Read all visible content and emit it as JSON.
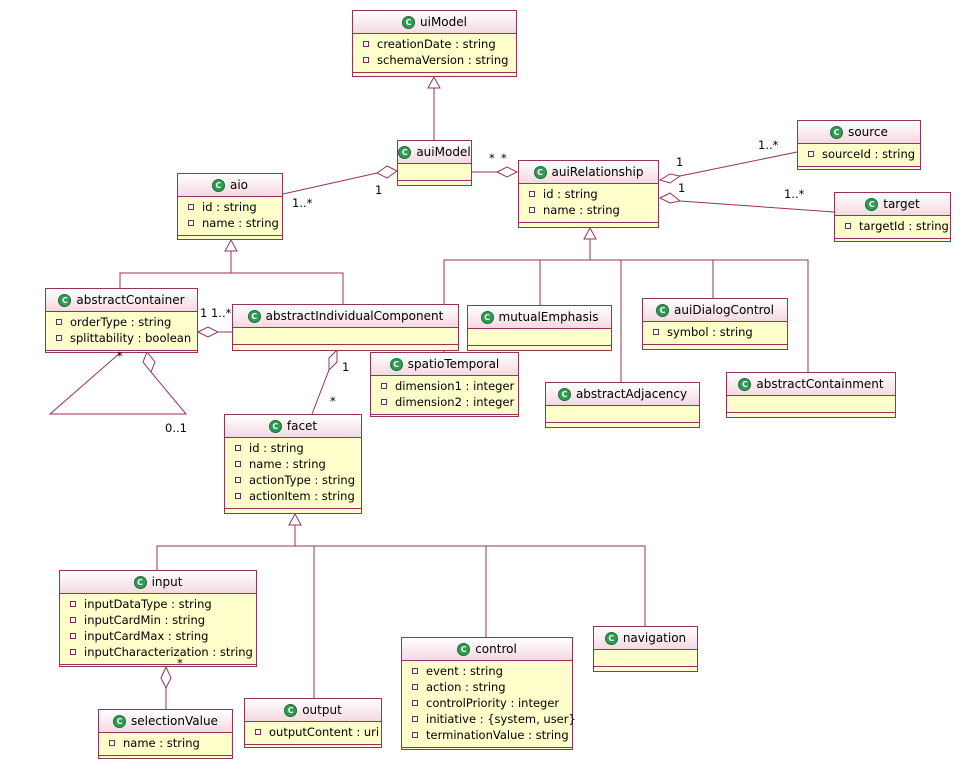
{
  "classes": {
    "uiModel": {
      "name": "uiModel",
      "attributes": [
        "creationDate : string",
        "schemaVersion : string"
      ]
    },
    "auiModel": {
      "name": "auiModel",
      "attributes": []
    },
    "aio": {
      "name": "aio",
      "attributes": [
        "id : string",
        "name : string"
      ]
    },
    "auiRelationship": {
      "name": "auiRelationship",
      "attributes": [
        "id : string",
        "name : string"
      ]
    },
    "source": {
      "name": "source",
      "attributes": [
        "sourceId : string"
      ]
    },
    "target": {
      "name": "target",
      "attributes": [
        "targetId : string"
      ]
    },
    "abstractContainer": {
      "name": "abstractContainer",
      "attributes": [
        "orderType : string",
        "splittability : boolean"
      ]
    },
    "abstractIndividualComponent": {
      "name": "abstractIndividualComponent",
      "attributes": []
    },
    "mutualEmphasis": {
      "name": "mutualEmphasis",
      "attributes": []
    },
    "auiDialogControl": {
      "name": "auiDialogControl",
      "attributes": [
        "symbol : string"
      ]
    },
    "spatioTemporal": {
      "name": "spatioTemporal",
      "attributes": [
        "dimension1 : integer",
        "dimension2 : integer"
      ]
    },
    "abstractAdjacency": {
      "name": "abstractAdjacency",
      "attributes": []
    },
    "abstractContainment": {
      "name": "abstractContainment",
      "attributes": []
    },
    "facet": {
      "name": "facet",
      "attributes": [
        "id : string",
        "name : string",
        "actionType : string",
        "actionItem : string"
      ]
    },
    "input": {
      "name": "input",
      "attributes": [
        "inputDataType : string",
        "inputCardMin : string",
        "inputCardMax : string",
        "inputCharacterization : string"
      ]
    },
    "selectionValue": {
      "name": "selectionValue",
      "attributes": [
        "name : string"
      ]
    },
    "output": {
      "name": "output",
      "attributes": [
        "outputContent : uri"
      ]
    },
    "control": {
      "name": "control",
      "attributes": [
        "event : string",
        "action : string",
        "controlPriority : integer",
        "initiative : {system, user}",
        "terminationValue : string"
      ]
    },
    "navigation": {
      "name": "navigation",
      "attributes": []
    }
  },
  "icon_letter": "C",
  "multiplicities": {
    "aio_auiModel_1n": "1..*",
    "aio_auiModel_1": "1",
    "auiModel_rel_star1": "*",
    "auiModel_rel_star2": "*",
    "rel_source_1": "1",
    "rel_source_1n": "1..*",
    "rel_target_1": "1",
    "rel_target_1n": "1..*",
    "container_component_11": "1 1..*",
    "container_self_star": "*",
    "container_self_01": "0..1",
    "component_facet_1": "1",
    "component_facet_star": "*",
    "input_selection_star": "*"
  },
  "colors": {
    "fill": "#ffffcc",
    "border": "#993355",
    "icon": "#2e9c52"
  }
}
